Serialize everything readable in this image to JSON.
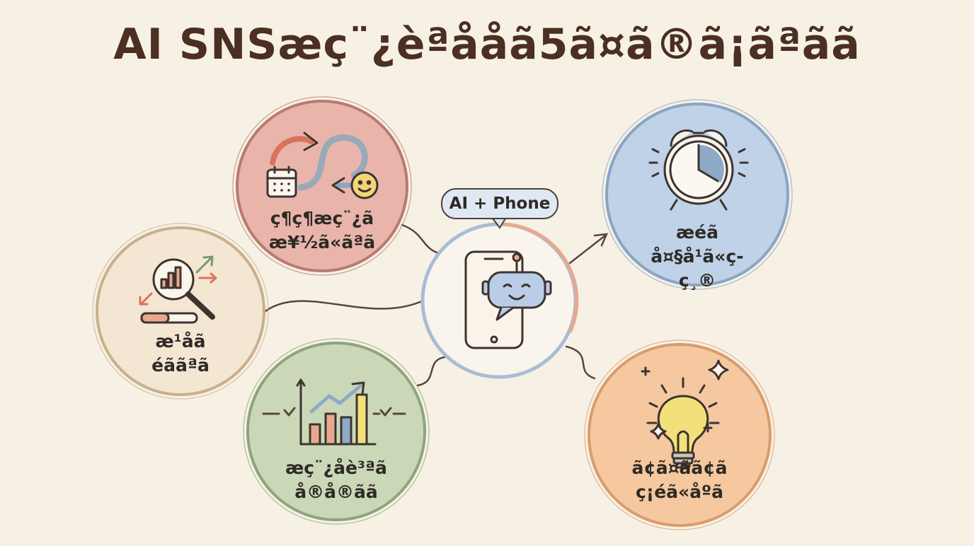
{
  "title": "AI SNSæç¨¿èªååã5ã¤ã®ã¡ãªãã",
  "hub": {
    "tag": "AI + Phone"
  },
  "benefits": [
    {
      "id": "continuous",
      "line1": "ç¶ç¶æç¨¿ã",
      "line2": "æ¥½ã«ãªã",
      "color": "#e7b3a9",
      "ring": "#c97f73"
    },
    {
      "id": "time",
      "line1": "æéã",
      "line2": "å¤§å¹ã«ç­ç¸®",
      "color": "#bcd0e6",
      "ring": "#8fa9c8"
    },
    {
      "id": "improve",
      "line1": "æ¹åã",
      "line2": "éããªã",
      "color": "#f1e4cf",
      "ring": "#cfb996"
    },
    {
      "id": "quality",
      "line1": "æç¨¿åè³ªã",
      "line2": "å®å®ãã",
      "color": "#c9d6b6",
      "ring": "#97ab82"
    },
    {
      "id": "ideas",
      "line1": "ã¢ã¤ãã¢ã",
      "line2": "ç¡éã«åºã",
      "color": "#f4c79d",
      "ring": "#dca172"
    }
  ]
}
